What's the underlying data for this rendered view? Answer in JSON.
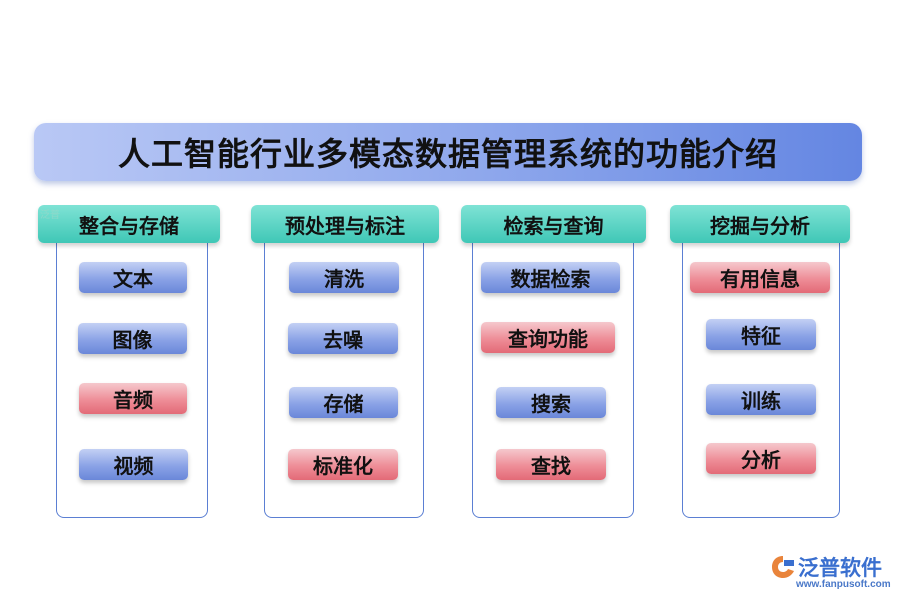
{
  "title": "人工智能行业多模态数据管理系统的功能介绍",
  "columns": [
    {
      "header": "整合与存储",
      "items": [
        {
          "label": "文本",
          "color": "blue"
        },
        {
          "label": "图像",
          "color": "blue"
        },
        {
          "label": "音频",
          "color": "red"
        },
        {
          "label": "视频",
          "color": "blue"
        }
      ]
    },
    {
      "header": "预处理与标注",
      "items": [
        {
          "label": "清洗",
          "color": "blue"
        },
        {
          "label": "去噪",
          "color": "blue"
        },
        {
          "label": "存储",
          "color": "blue"
        },
        {
          "label": "标准化",
          "color": "red"
        }
      ]
    },
    {
      "header": "检索与查询",
      "items": [
        {
          "label": "数据检索",
          "color": "blue"
        },
        {
          "label": "查询功能",
          "color": "red"
        },
        {
          "label": "搜索",
          "color": "blue"
        },
        {
          "label": "查找",
          "color": "red"
        }
      ]
    },
    {
      "header": "挖掘与分析",
      "items": [
        {
          "label": "有用信息",
          "color": "red"
        },
        {
          "label": "特征",
          "color": "blue"
        },
        {
          "label": "训练",
          "color": "blue"
        },
        {
          "label": "分析",
          "color": "red"
        }
      ]
    }
  ],
  "logo": {
    "name": "泛普软件",
    "url": "www.fanpusoft.com"
  },
  "colors": {
    "title_bar": "#8ea7ec",
    "header": "#4fd0bf",
    "pill_blue": "#8aa2e6",
    "pill_red": "#ee8d97",
    "panel_border": "#5b7fd3",
    "logo": "#3a6fcf"
  }
}
